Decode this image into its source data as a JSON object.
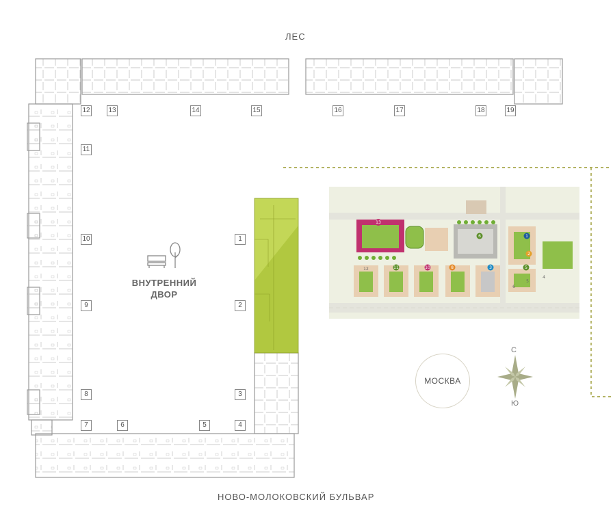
{
  "labels": {
    "forest": "ЛЕС",
    "boulevard": "НОВО-МОЛОКОВСКИЙ БУЛЬВАР",
    "courtyard_line1": "ВНУТРЕННИЙ",
    "courtyard_line2": "ДВОР",
    "city": "МОСКВА",
    "north": "С",
    "south": "Ю"
  },
  "sections": {
    "s1": "1",
    "s2": "2",
    "s3": "3",
    "s4": "4",
    "s5": "5",
    "s6": "6",
    "s7": "7",
    "s8": "8",
    "s9": "9",
    "s10": "10",
    "s11": "11",
    "s12": "12",
    "s13": "13",
    "s14": "14",
    "s15": "15",
    "s16": "16",
    "s17": "17",
    "s18": "18",
    "s19": "19"
  },
  "colors": {
    "highlight": "#b4cc3c",
    "dashed_line": "#9a9a30",
    "walls": "#9a9a9a",
    "minimap_bg": "#eef0e2",
    "minimap_green": "#8fbf4a",
    "minimap_building": "#e8cfb2",
    "minimap_magenta": "#c0316e"
  },
  "icons": {
    "tree": "tree-icon",
    "bench": "bench-icon",
    "compass": "compass-rose-icon"
  }
}
